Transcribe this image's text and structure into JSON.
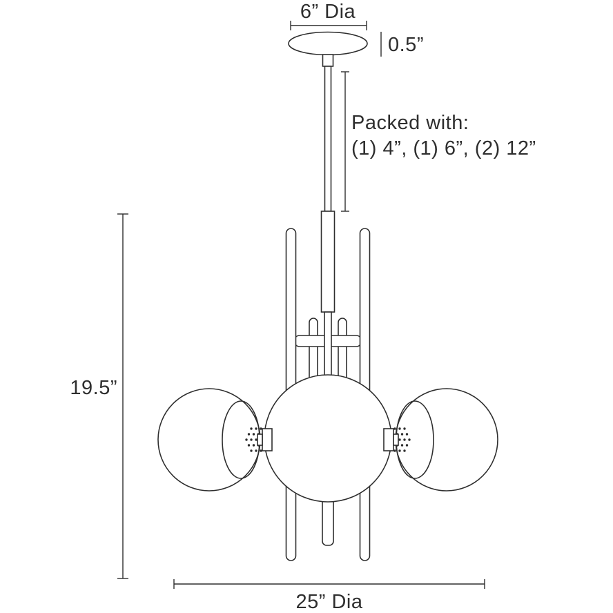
{
  "colors": {
    "line": "#2e2e2e",
    "background": "#ffffff"
  },
  "annotations": {
    "top_diameter": "6” Dia",
    "canopy_height": "0.5”",
    "packed_with_line1": "Packed with:",
    "packed_with_line2": "(1) 4”, (1) 6”, (2) 12”",
    "fixture_height": "19.5”",
    "bottom_diameter": "25” Dia"
  }
}
